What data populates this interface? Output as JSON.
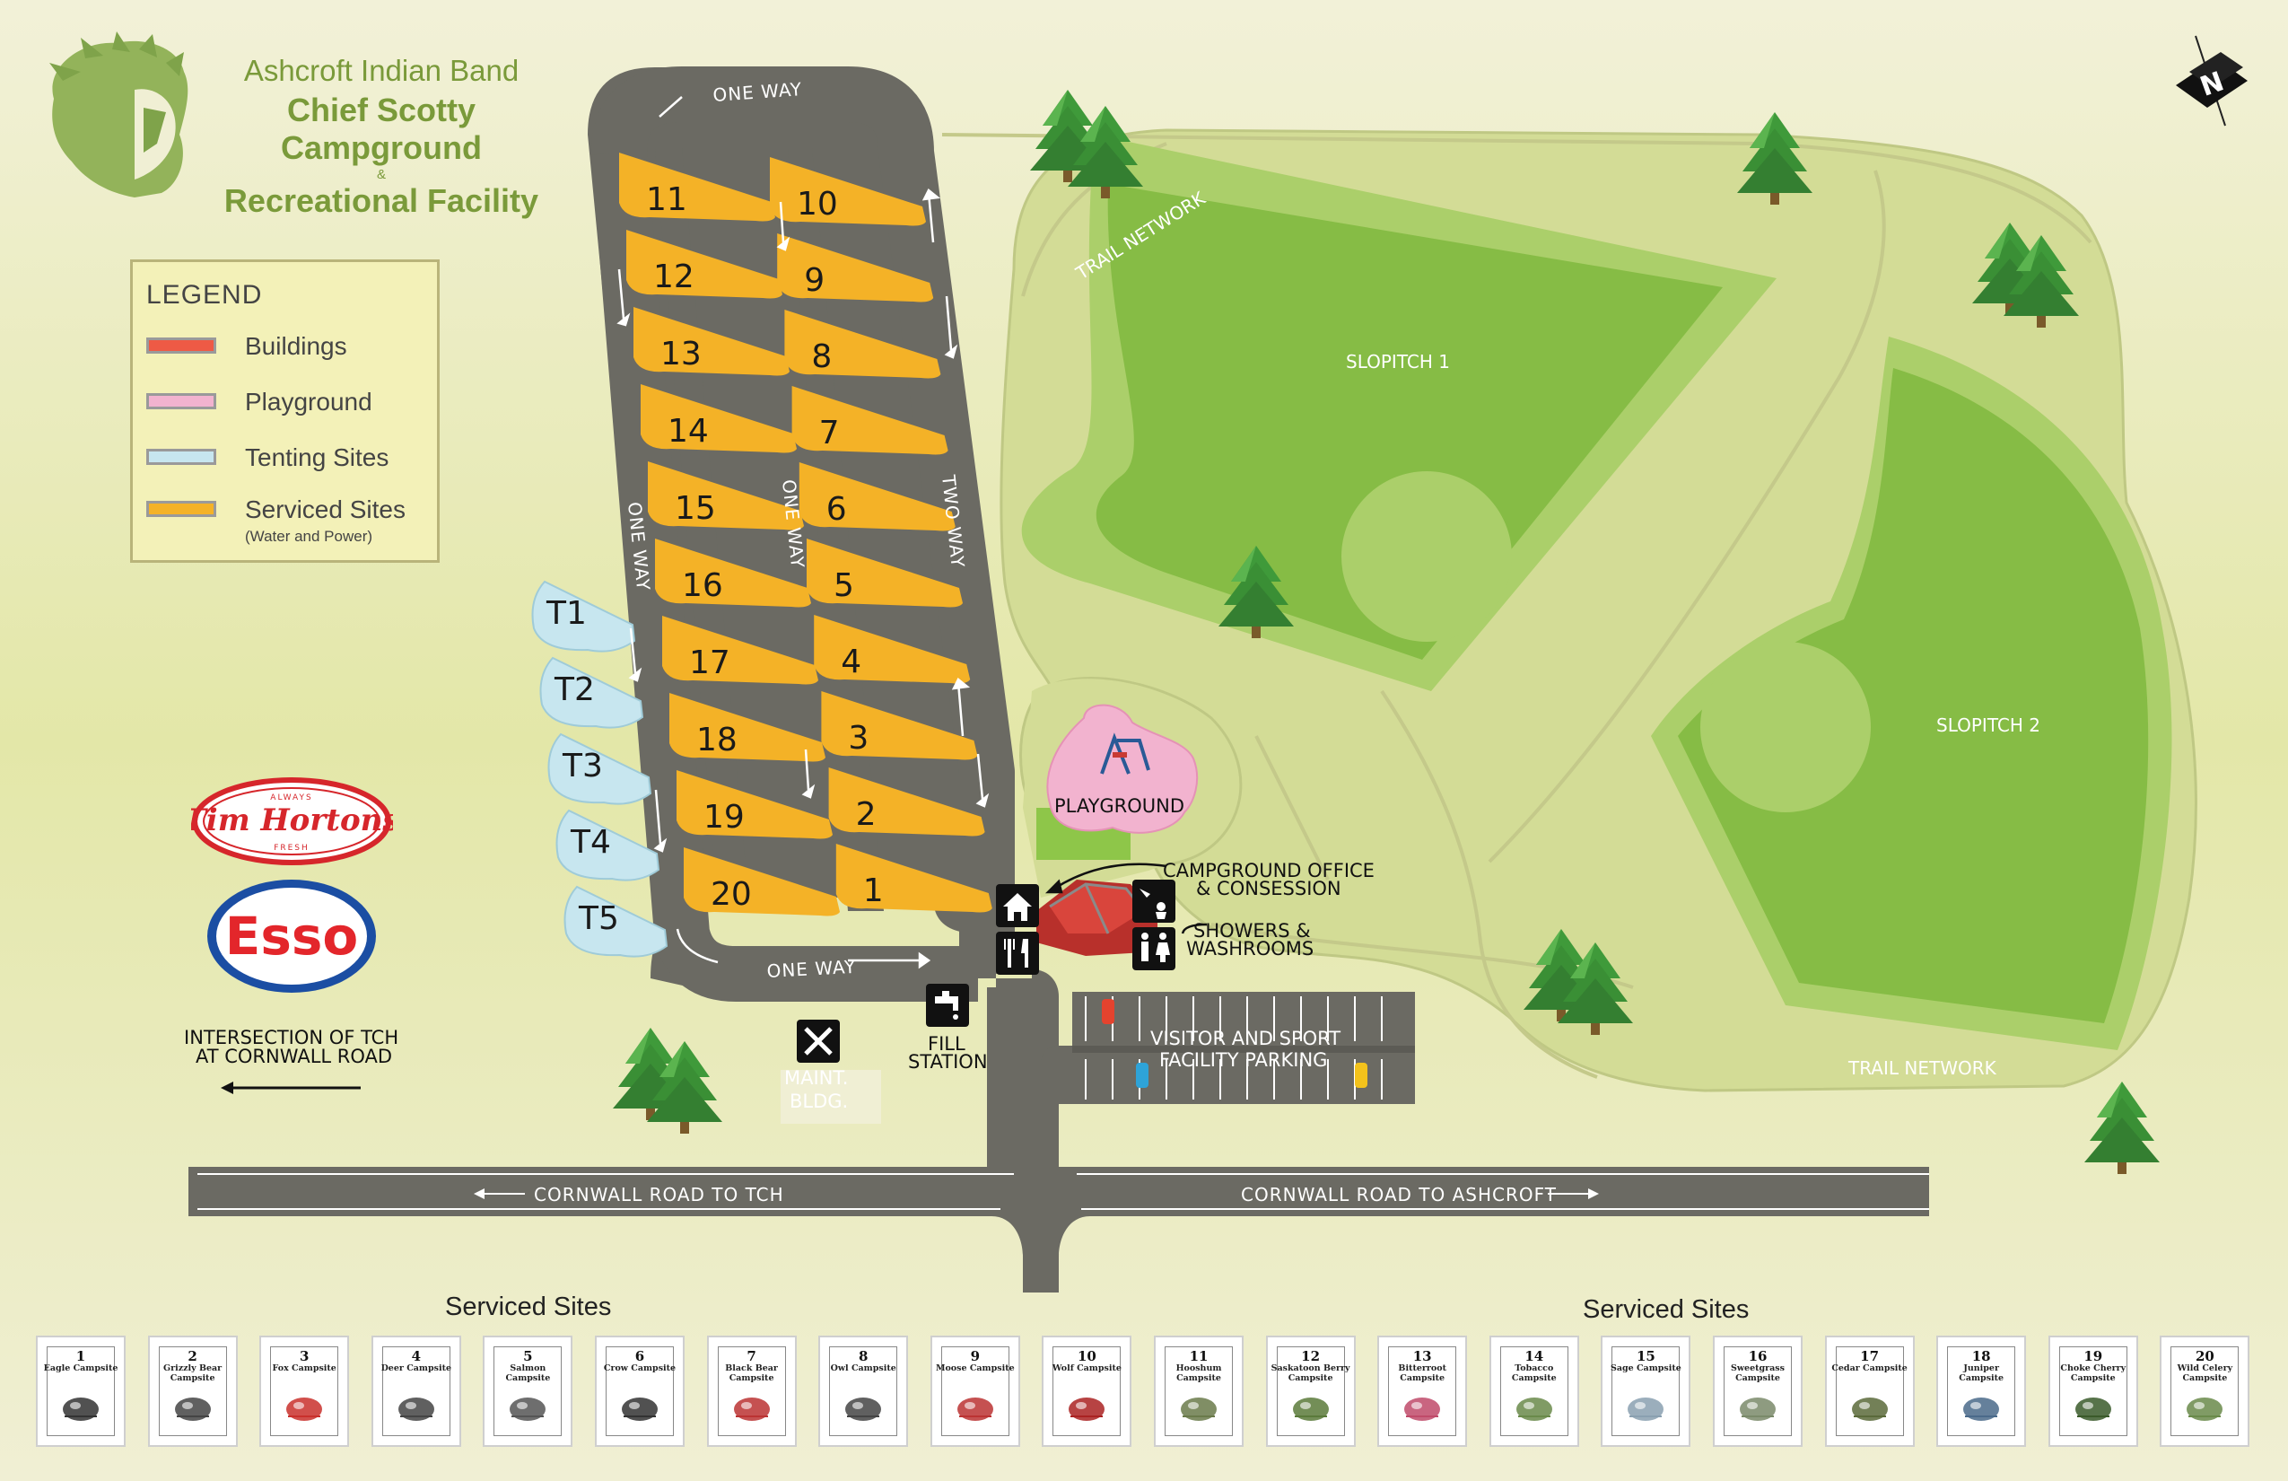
{
  "header": {
    "band": "Ashcroft Indian Band",
    "campground": "Chief Scotty Campground",
    "ampersand": "&",
    "facility": "Recreational Facility"
  },
  "legend": {
    "title": "LEGEND",
    "items": [
      {
        "label": "Buildings",
        "color": "#ee5a45"
      },
      {
        "label": "Playground",
        "color": "#f2b3cf"
      },
      {
        "label": "Tenting Sites",
        "color": "#c7e6ef"
      },
      {
        "label": "Serviced Sites",
        "sublabel": "(Water and Power)",
        "color": "#f4b227"
      }
    ]
  },
  "colors": {
    "background": "#eeedc9",
    "road": "#6b6a63",
    "grass_light": "#cfdd8e",
    "field_green": "#8dc04d",
    "serviced": "#f4b227",
    "tent": "#c7e6ef",
    "building": "#c93a33",
    "playground": "#f2b3cf",
    "tree": "#3f9a3a",
    "title_green": "#7a9a3a"
  },
  "sites": {
    "left_column": [
      "11",
      "12",
      "13",
      "14",
      "15",
      "16",
      "17",
      "18",
      "19",
      "20"
    ],
    "right_column": [
      "10",
      "9",
      "8",
      "7",
      "6",
      "5",
      "4",
      "3",
      "2",
      "1"
    ],
    "tents": [
      "T1",
      "T2",
      "T3",
      "T4",
      "T5"
    ]
  },
  "roads": {
    "one_way": "ONE WAY",
    "two_way": "TWO WAY",
    "cornwall_tch": "CORNWALL ROAD TO TCH",
    "cornwall_ashcroft": "CORNWALL ROAD TO ASHCROFT"
  },
  "labels": {
    "playground": "PLAYGROUND",
    "office_line1": "CAMPGROUND OFFICE",
    "office_line2": "& CONSESSION",
    "showers_line1": "SHOWERS &",
    "showers_line2": "WASHROOMS",
    "fill_line1": "FILL",
    "fill_line2": "STATION",
    "maint_line1": "MAINT.",
    "maint_line2": "BLDG.",
    "parking_line1": "VISITOR AND SPORT",
    "parking_line2": "FACILITY PARKING",
    "slopitch1": "SLOPITCH 1",
    "slopitch2": "SLOPITCH 2",
    "trail1": "TRAIL NETWORK",
    "trail2": "TRAIL NETWORK",
    "intersection_line1": "INTERSECTION OF TCH",
    "intersection_line2": "AT CORNWALL ROAD",
    "compass": "N"
  },
  "logos": {
    "tim_top": "ALWAYS",
    "tim_name": "Tim Hortons",
    "tim_bottom": "FRESH",
    "esso": "Esso"
  },
  "serviced_titles": {
    "left": "Serviced Sites",
    "right": "Serviced Sites"
  },
  "cards": [
    {
      "num": "1",
      "name": "Eagle Campsite",
      "icon": "eagle-icon"
    },
    {
      "num": "2",
      "name": "Grizzly Bear Campsite",
      "icon": "grizzly-bear-icon"
    },
    {
      "num": "3",
      "name": "Fox Campsite",
      "icon": "fox-icon"
    },
    {
      "num": "4",
      "name": "Deer Campsite",
      "icon": "deer-icon"
    },
    {
      "num": "5",
      "name": "Salmon Campsite",
      "icon": "salmon-icon"
    },
    {
      "num": "6",
      "name": "Crow Campsite",
      "icon": "crow-icon"
    },
    {
      "num": "7",
      "name": "Black Bear Campsite",
      "icon": "black-bear-icon"
    },
    {
      "num": "8",
      "name": "Owl Campsite",
      "icon": "owl-icon"
    },
    {
      "num": "9",
      "name": "Moose Campsite",
      "icon": "moose-icon"
    },
    {
      "num": "10",
      "name": "Wolf Campsite",
      "icon": "wolf-icon"
    },
    {
      "num": "11",
      "name": "Hooshum Campsite",
      "icon": "hooshum-plant-icon"
    },
    {
      "num": "12",
      "name": "Saskatoon Berry Campsite",
      "icon": "saskatoon-berry-icon"
    },
    {
      "num": "13",
      "name": "Bitterroot Campsite",
      "icon": "bitterroot-flower-icon"
    },
    {
      "num": "14",
      "name": "Tobacco Campsite",
      "icon": "tobacco-plant-icon"
    },
    {
      "num": "15",
      "name": "Sage Campsite",
      "icon": "sage-plant-icon"
    },
    {
      "num": "16",
      "name": "Sweetgrass Campsite",
      "icon": "sweetgrass-icon"
    },
    {
      "num": "17",
      "name": "Cedar Campsite",
      "icon": "cedar-branch-icon"
    },
    {
      "num": "18",
      "name": "Juniper Campsite",
      "icon": "juniper-icon"
    },
    {
      "num": "19",
      "name": "Choke Cherry Campsite",
      "icon": "choke-cherry-icon"
    },
    {
      "num": "20",
      "name": "Wild Celery Campsite",
      "icon": "wild-celery-icon"
    }
  ]
}
